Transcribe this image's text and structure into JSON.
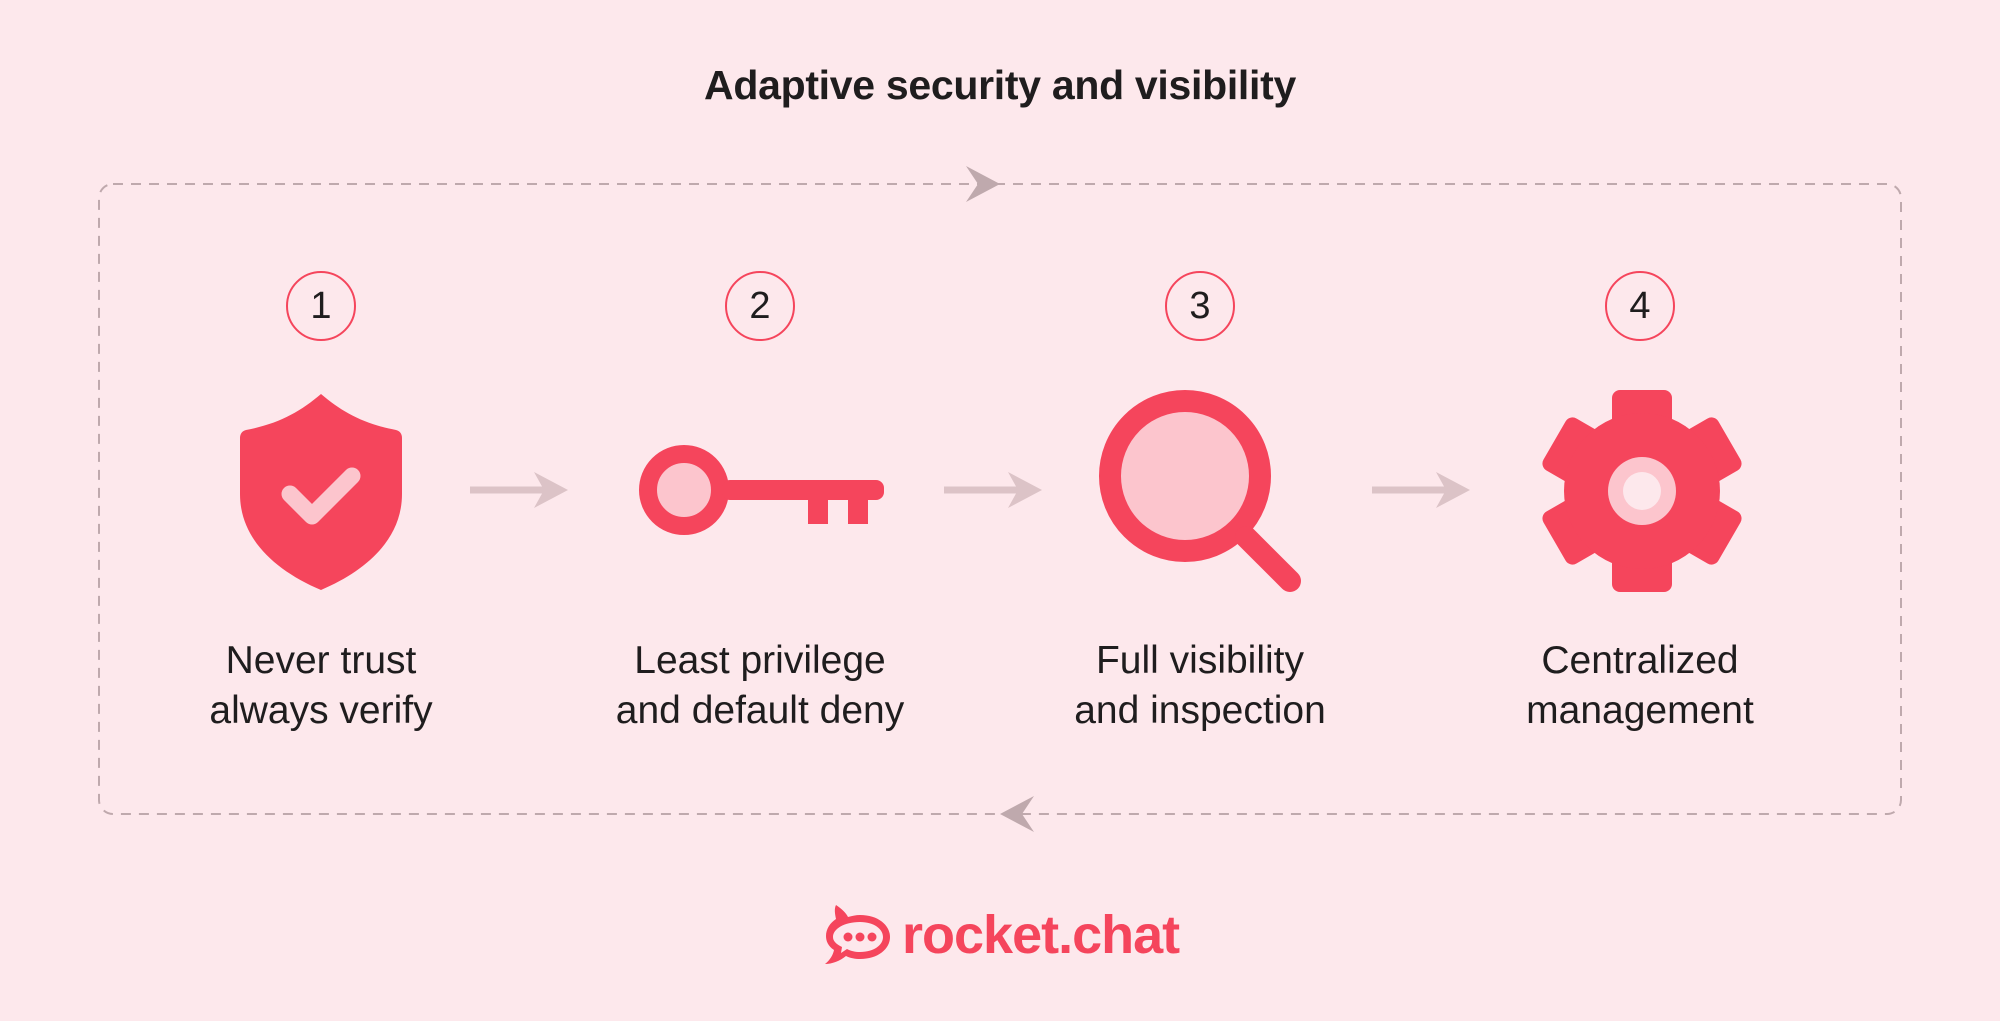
{
  "title": "Adaptive security and visibility",
  "steps": [
    {
      "number": "1",
      "icon": "shield-check-icon",
      "line1": "Never trust",
      "line2": "always verify"
    },
    {
      "number": "2",
      "icon": "key-icon",
      "line1": "Least privilege",
      "line2": "and default deny"
    },
    {
      "number": "3",
      "icon": "magnifier-icon",
      "line1": "Full visibility",
      "line2": "and inspection"
    },
    {
      "number": "4",
      "icon": "gear-icon",
      "line1": "Centralized",
      "line2": "management"
    }
  ],
  "logo": {
    "text": "rocket.chat",
    "icon": "rocket-chat-bubble-icon"
  },
  "colors": {
    "background": "#fde8ec",
    "accent": "#f5455c",
    "accent_light": "#fcc5cd",
    "arrow": "#dcc3c7",
    "text": "#1f1d1e"
  }
}
